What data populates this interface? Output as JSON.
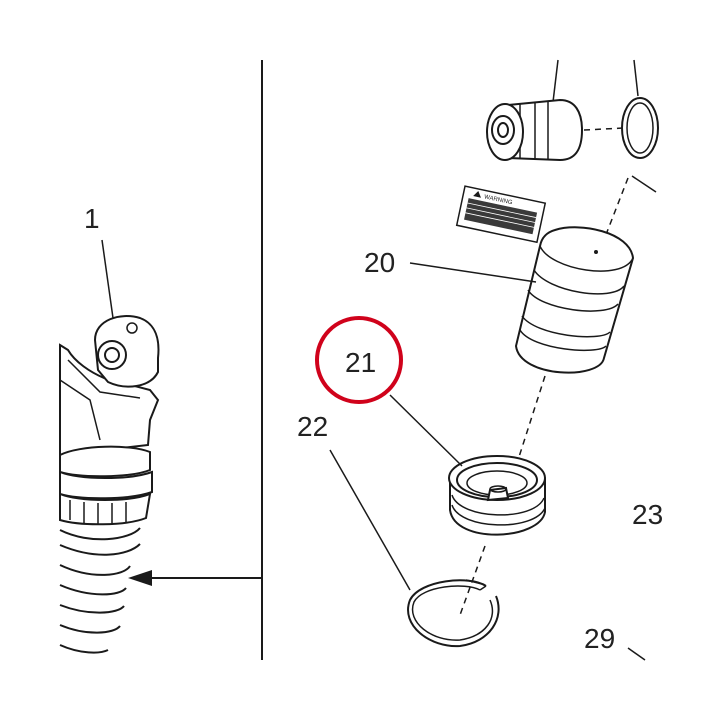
{
  "callouts": [
    {
      "id": "1",
      "text": "1"
    },
    {
      "id": "20",
      "text": "20"
    },
    {
      "id": "21",
      "text": "21"
    },
    {
      "id": "22",
      "text": "22"
    },
    {
      "id": "23",
      "text": "23"
    },
    {
      "id": "29",
      "text": "29"
    }
  ],
  "highlight": {
    "callout": "21",
    "color": "#d0021b"
  },
  "parts": [
    {
      "name": "shock-absorber"
    },
    {
      "name": "valve-fitting"
    },
    {
      "name": "o-ring"
    },
    {
      "name": "warning-label"
    },
    {
      "name": "reservoir-canister"
    },
    {
      "name": "reservoir-cap"
    },
    {
      "name": "snap-ring"
    }
  ],
  "warning_label": {
    "heading": "WARNING"
  }
}
